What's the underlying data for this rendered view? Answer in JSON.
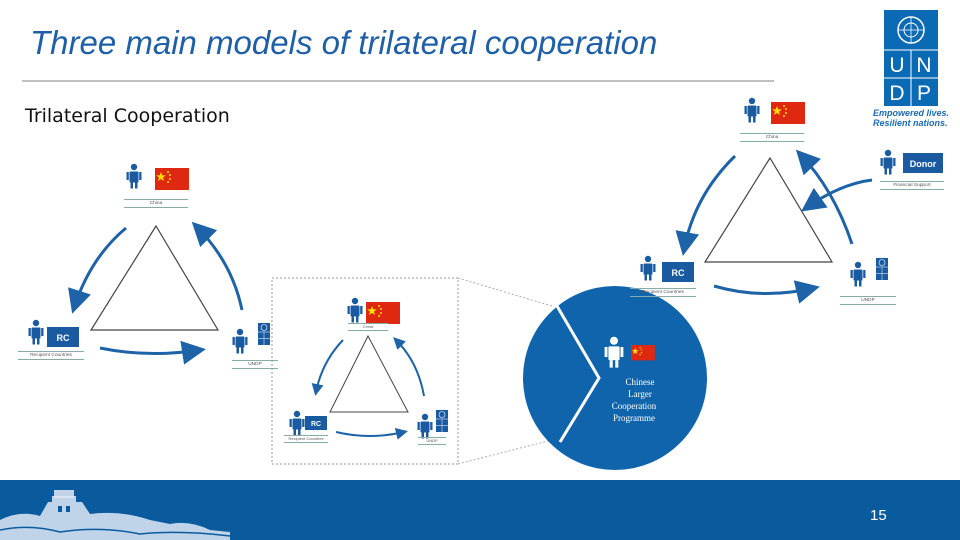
{
  "slide": {
    "title": "Three main models of trilateral cooperation",
    "subtitle": "Trilateral Cooperation",
    "page_number": "15"
  },
  "logo": {
    "letters": [
      "U",
      "N",
      "D",
      "P"
    ],
    "tagline_line1": "Empowered lives.",
    "tagline_line2": "Resilient nations."
  },
  "diagram_left": {
    "top_label": "China",
    "left_node": "RC",
    "left_label": "Recipient Countries",
    "right_label": "UNDP"
  },
  "diagram_mid": {
    "top_label": "China",
    "left_node": "RC",
    "left_label": "Recipient Countries",
    "right_label": "UNDP"
  },
  "diagram_right": {
    "top_label": "China",
    "donor_node": "Donor",
    "donor_label": "Financial Support",
    "left_node": "RC",
    "left_label": "Recipient Countries",
    "right_label": "UNDP"
  },
  "circle": {
    "line1": "Chinese",
    "line2": "Larger",
    "line3": "Cooperation",
    "line4": "Programme"
  },
  "colors": {
    "primary_blue": "#0a6ab4",
    "title_blue": "#1f5fa8",
    "flag_red": "#de2910",
    "flag_star": "#ffde00"
  }
}
